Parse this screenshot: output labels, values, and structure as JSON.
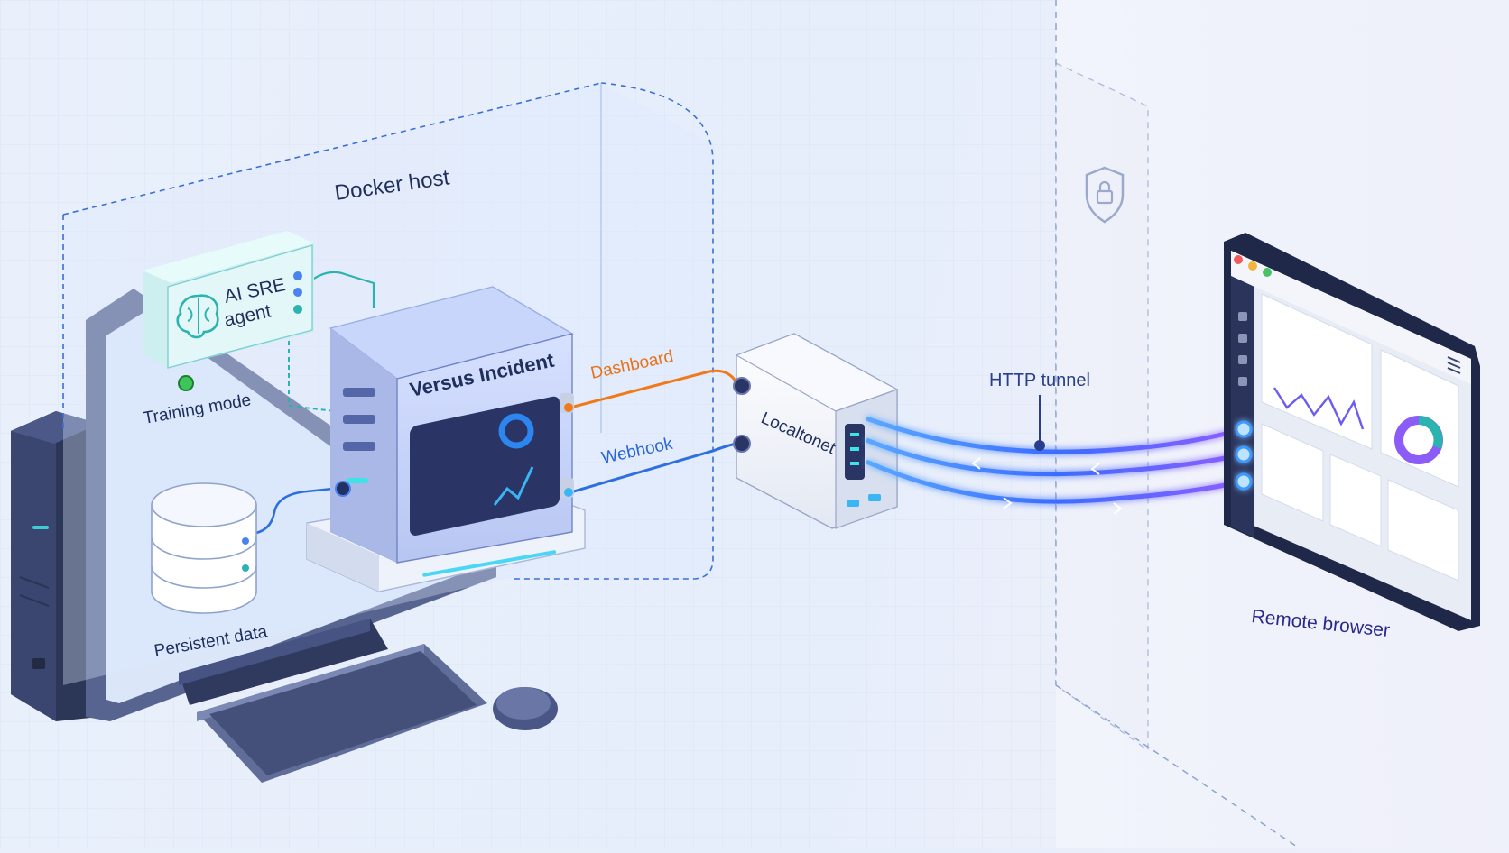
{
  "labels": {
    "docker_host": "Docker host",
    "ai_agent_line1": "AI SRE",
    "ai_agent_line2": "agent",
    "training_mode": "Training mode",
    "versus_incident": "Versus Incident",
    "persistent_data": "Persistent data",
    "dashboard": "Dashboard",
    "webhook": "Webhook",
    "localtonet": "Localtonet",
    "http_tunnel": "HTTP tunnel",
    "remote_browser": "Remote browser"
  },
  "icons": [
    "brain-icon",
    "shield-lock-icon",
    "donut-chart-icon",
    "line-chart-icon",
    "hamburger-menu-icon"
  ],
  "colors": {
    "docker_boundary": "#3b6fd4",
    "dashboard_link": "#f07a1a",
    "webhook_link": "#2e6fe0",
    "agent_link": "#2bb3b0",
    "tunnel_glow": "#4a7dff",
    "tunnel_purple": "#8a5cff",
    "status_green": "#3cc65a",
    "label_dark": "#1f2f5c",
    "browser_label": "#2a2a8c"
  }
}
